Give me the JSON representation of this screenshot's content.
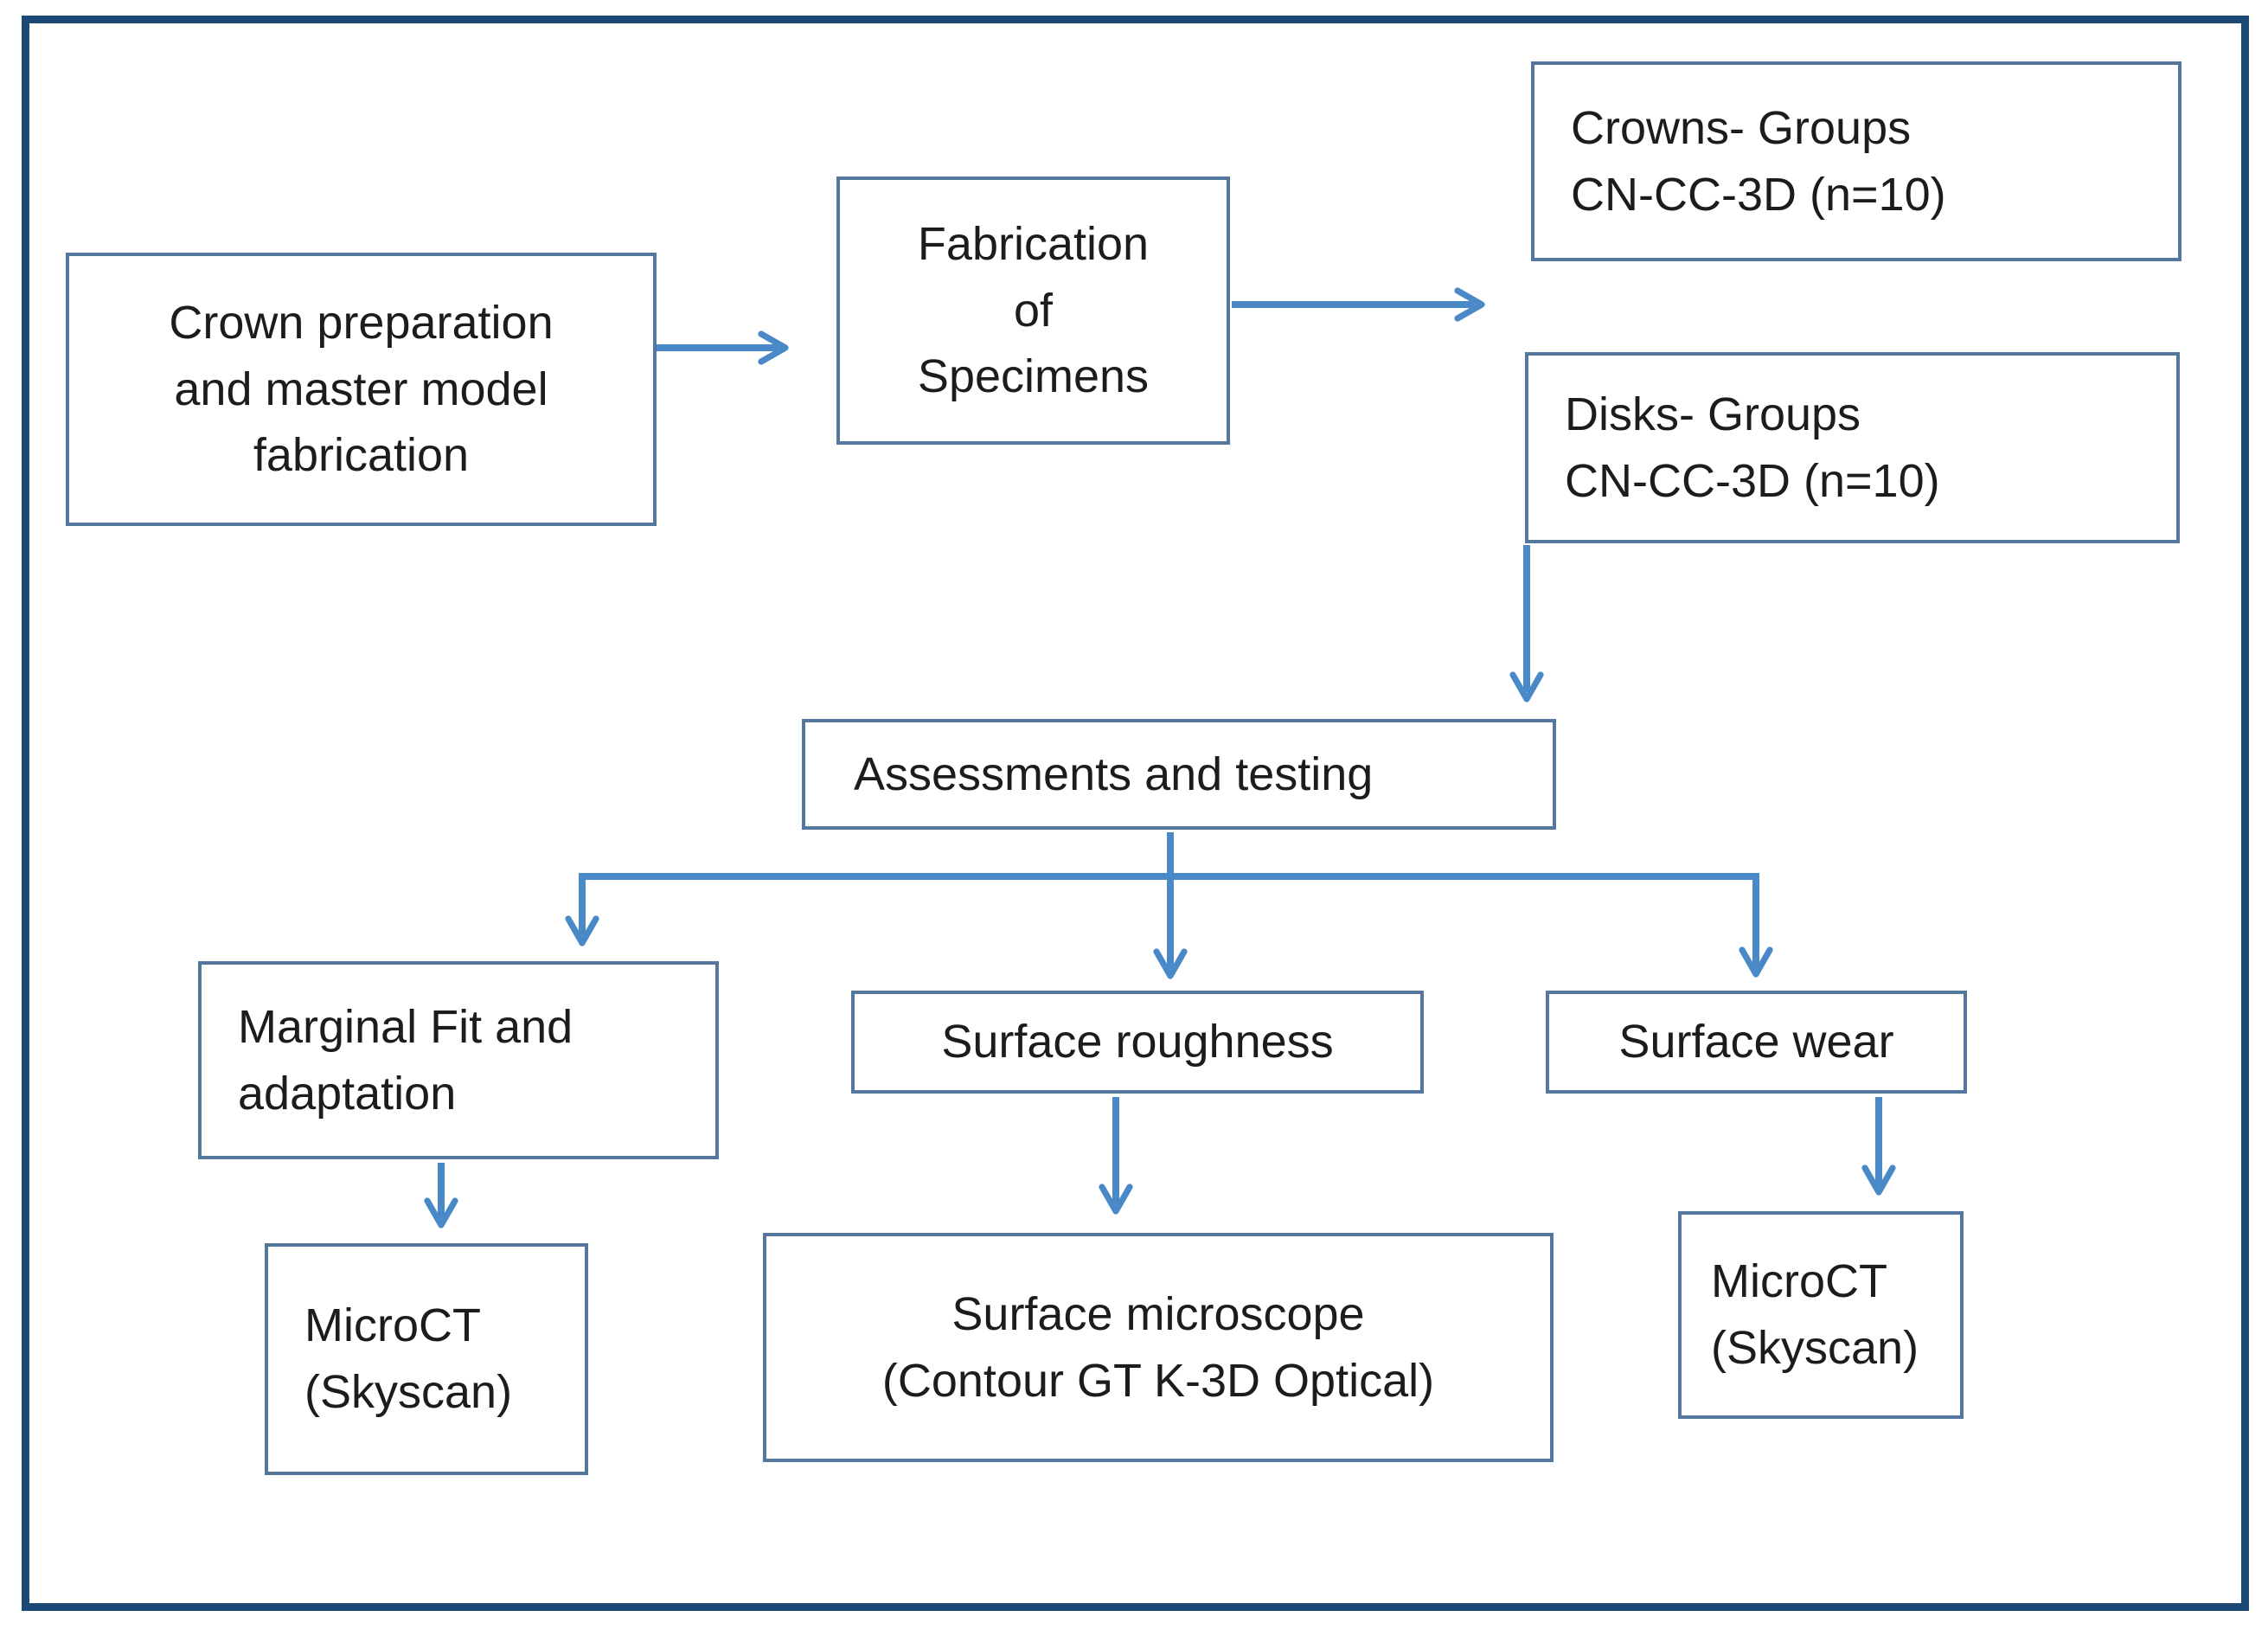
{
  "diagram": {
    "type": "flowchart",
    "description": "Study workflow: specimen fabrication, grouping, assessments and testing",
    "colors": {
      "outer_border": "#1b4a74",
      "box_border": "#54779e",
      "arrow": "#4a89c8",
      "text": "#1c1c1c",
      "background": "#ffffff"
    },
    "boxes": {
      "crown_prep": {
        "label": "Crown preparation\nand master model\nfabrication"
      },
      "fabrication": {
        "label": "Fabrication\nof\nSpecimens"
      },
      "crowns": {
        "label": "Crowns- Groups\nCN-CC-3D (n=10)"
      },
      "disks": {
        "label": "Disks- Groups\nCN-CC-3D (n=10)"
      },
      "assessments": {
        "label": "Assessments and testing"
      },
      "marginal_fit": {
        "label": "Marginal Fit and\nadaptation"
      },
      "surface_roughness": {
        "label": "Surface roughness"
      },
      "surface_wear": {
        "label": "Surface wear"
      },
      "microct_left": {
        "label": "MicroCT\n(Skyscan)"
      },
      "surface_microscope": {
        "label": "Surface microscope\n(Contour GT K-3D Optical)"
      },
      "microct_right": {
        "label": "MicroCT\n(Skyscan)"
      }
    },
    "edges": [
      {
        "from": "crown_prep",
        "to": "fabrication"
      },
      {
        "from": "fabrication",
        "to": "crowns / disks"
      },
      {
        "from": "disks",
        "to": "assessments"
      },
      {
        "from": "assessments",
        "to": "marginal_fit"
      },
      {
        "from": "assessments",
        "to": "surface_roughness"
      },
      {
        "from": "assessments",
        "to": "surface_wear"
      },
      {
        "from": "marginal_fit",
        "to": "microct_left"
      },
      {
        "from": "surface_roughness",
        "to": "surface_microscope"
      },
      {
        "from": "surface_wear",
        "to": "microct_right"
      }
    ]
  }
}
